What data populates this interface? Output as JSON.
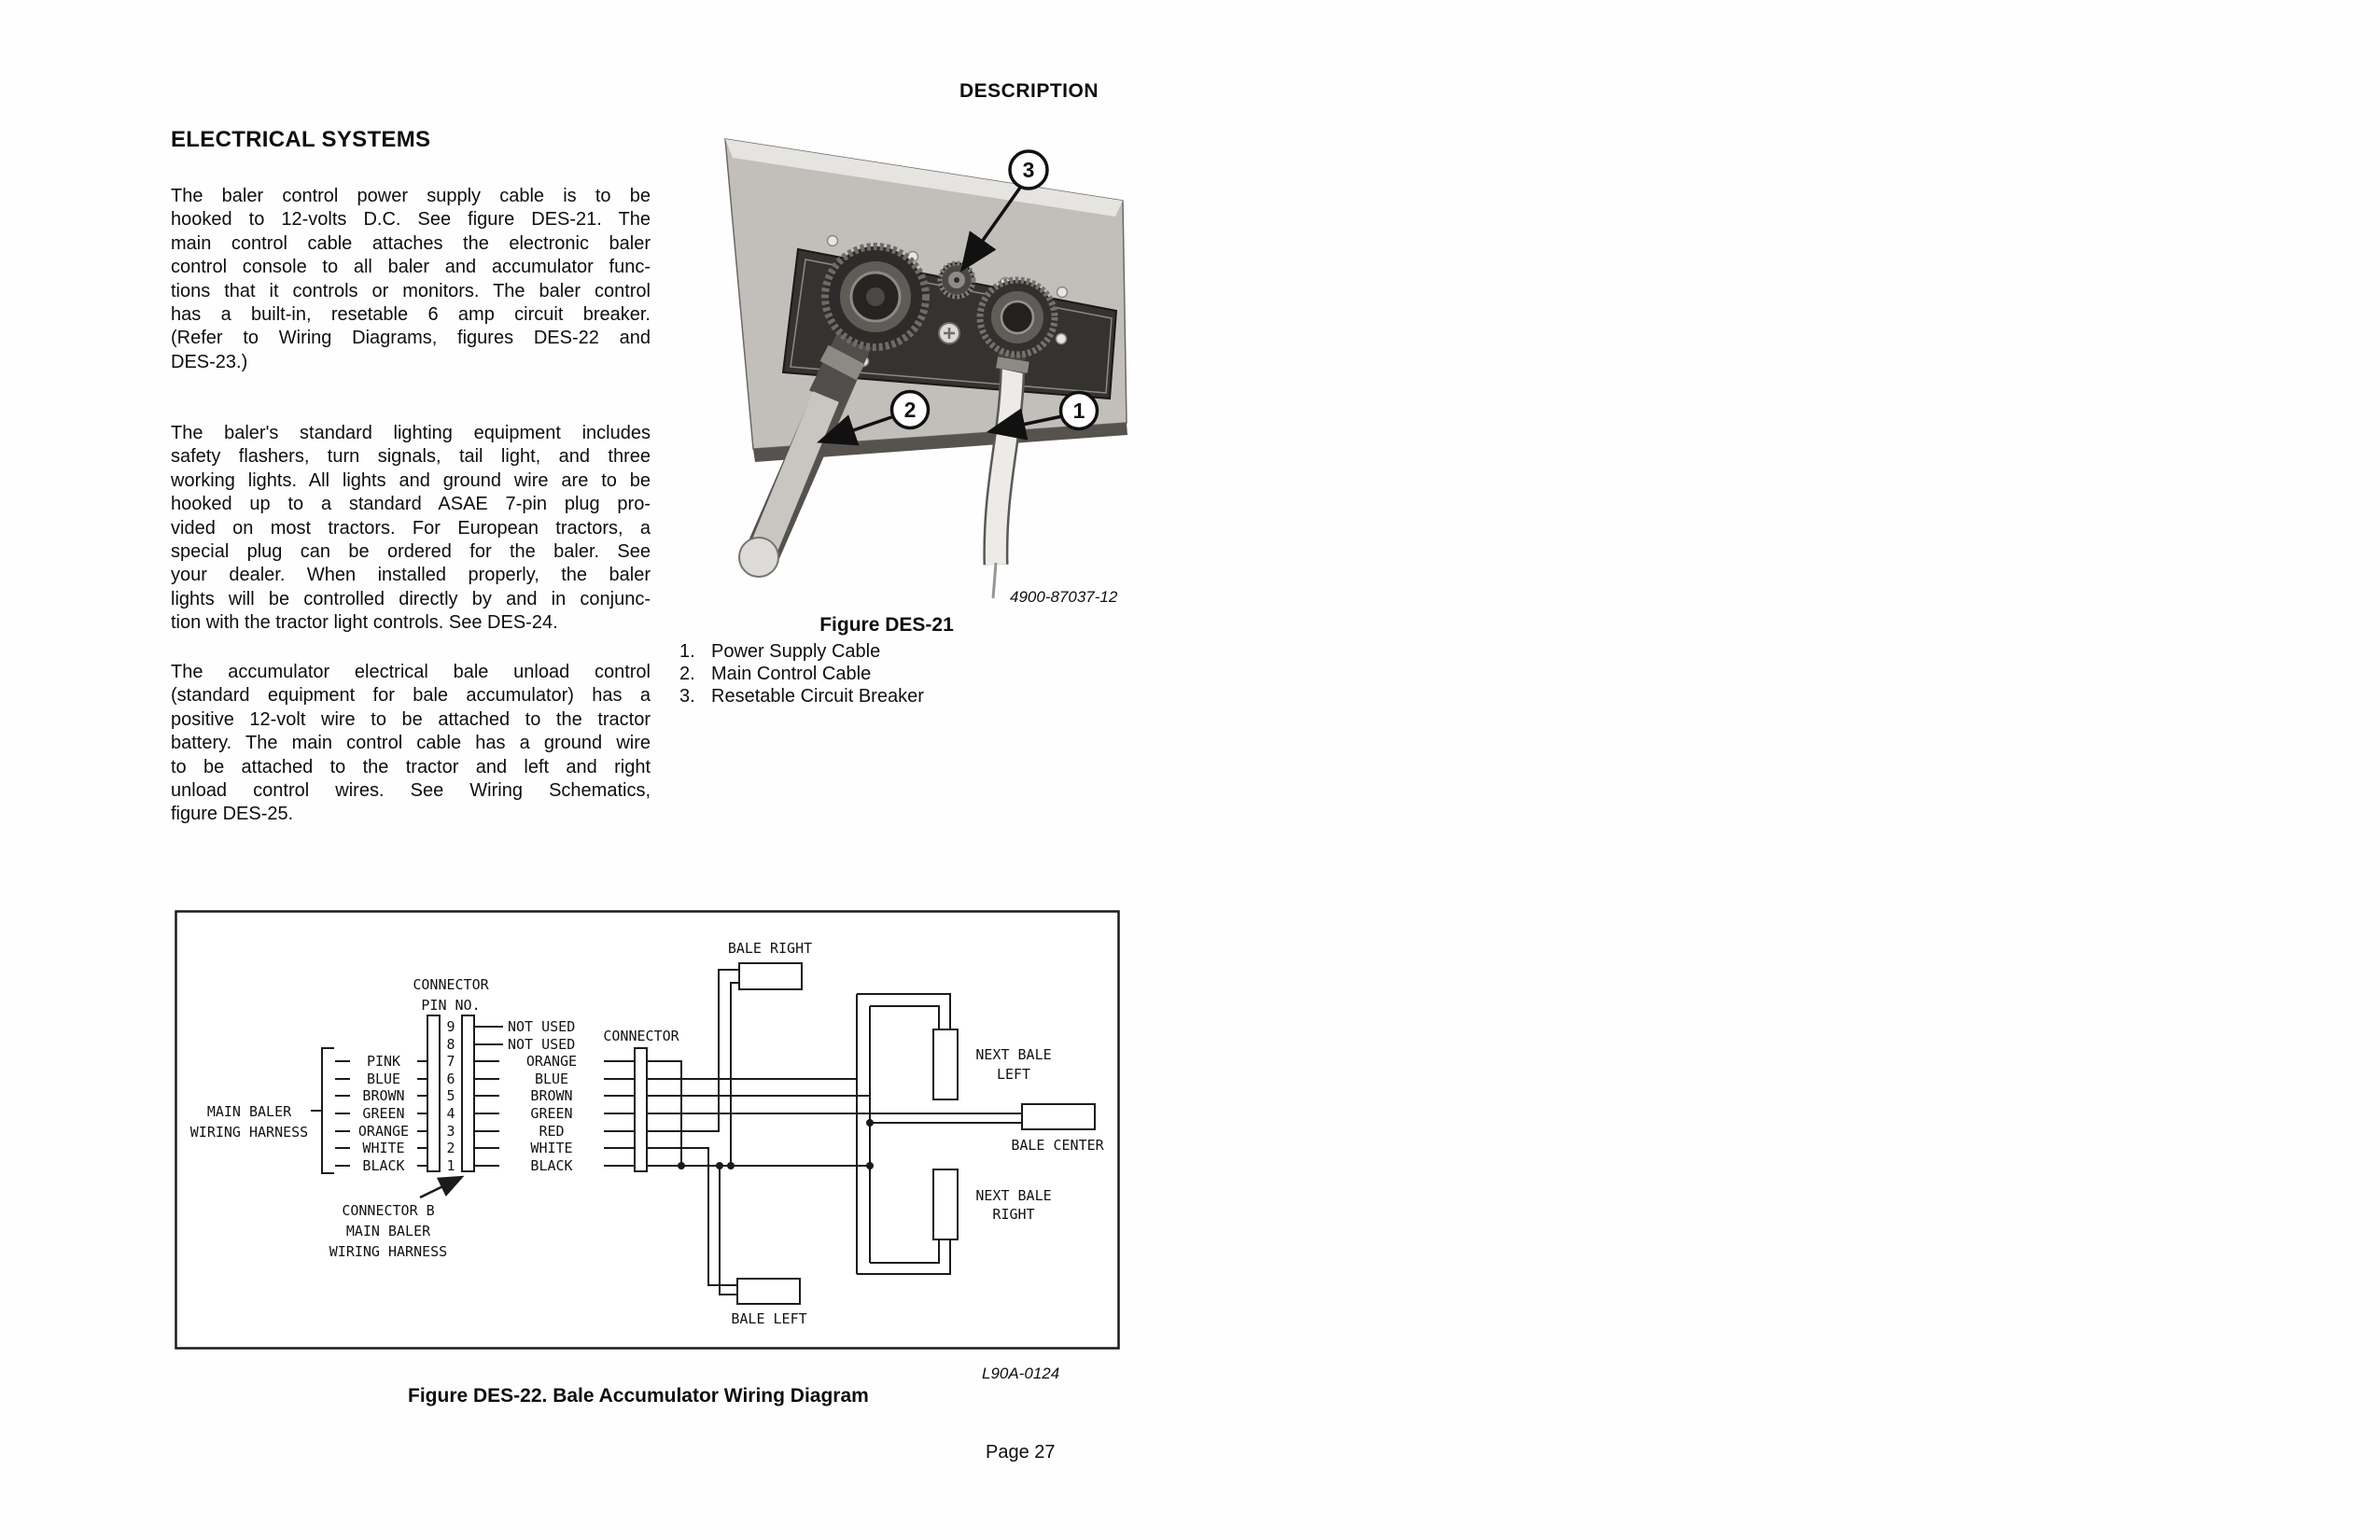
{
  "page": {
    "section_header": "DESCRIPTION",
    "page_number": "Page 27"
  },
  "article": {
    "heading": "ELECTRICAL SYSTEMS",
    "paragraphs": [
      {
        "lines": [
          "The baler control power supply cable is to be",
          "hooked to 12-volts D.C. See figure DES-21. The",
          "main control cable attaches the electronic baler",
          "control console to all baler and accumulator func-",
          "tions that it controls or monitors. The baler control",
          "has a built-in, resetable 6 amp circuit breaker.",
          "(Refer to Wiring Diagrams, figures DES-22 and",
          "DES-23.)"
        ]
      },
      {
        "lines": [
          "The baler's standard lighting equipment includes",
          "safety flashers, turn signals, tail light, and three",
          "working lights. All lights and ground wire are to be",
          "hooked up to a standard ASAE 7-pin plug pro-",
          "vided on most tractors. For European tractors, a",
          "special plug can be ordered for the baler. See",
          "your dealer. When installed properly, the baler",
          "lights will be controlled directly by and in conjunc-",
          "tion with the tractor light controls. See DES-24."
        ]
      },
      {
        "lines": [
          "The accumulator electrical bale unload control",
          "(standard equipment for bale accumulator) has a",
          "positive 12-volt wire to be attached to the tractor",
          "battery. The main control cable has a ground wire",
          "to be attached to the tractor and left and right",
          "unload control wires. See Wiring Schematics,",
          "figure DES-25."
        ]
      }
    ]
  },
  "figure_des21": {
    "photo_code": "4900-87037-12",
    "caption": "Figure DES-21",
    "callouts": {
      "c1": "1",
      "c2": "2",
      "c3": "3"
    },
    "legend": [
      {
        "num": "1.",
        "label": "Power Supply Cable"
      },
      {
        "num": "2.",
        "label": "Main Control Cable"
      },
      {
        "num": "3.",
        "label": "Resetable Circuit Breaker"
      }
    ]
  },
  "figure_des22": {
    "caption": "Figure DES-22.  Bale Accumulator Wiring Diagram",
    "photo_code": "L90A-0124",
    "diagram": {
      "connector_pin_heading": [
        "CONNECTOR",
        "PIN NO."
      ],
      "main_harness_label": [
        "MAIN BALER",
        "WIRING HARNESS"
      ],
      "connector_b_label": [
        "CONNECTOR B",
        "MAIN BALER",
        "WIRING HARNESS"
      ],
      "connector_label": "CONNECTOR",
      "rows": [
        {
          "pin": "9",
          "left": "",
          "right": "NOT USED"
        },
        {
          "pin": "8",
          "left": "",
          "right": "NOT USED"
        },
        {
          "pin": "7",
          "left": "PINK",
          "right": "ORANGE"
        },
        {
          "pin": "6",
          "left": "BLUE",
          "right": "BLUE"
        },
        {
          "pin": "5",
          "left": "BROWN",
          "right": "BROWN"
        },
        {
          "pin": "4",
          "left": "GREEN",
          "right": "GREEN"
        },
        {
          "pin": "3",
          "left": "ORANGE",
          "right": "RED"
        },
        {
          "pin": "2",
          "left": "WHITE",
          "right": "WHITE"
        },
        {
          "pin": "1",
          "left": "BLACK",
          "right": "BLACK"
        }
      ],
      "boxes": {
        "bale_right": "BALE RIGHT",
        "bale_left": "BALE LEFT",
        "bale_center": "BALE CENTER",
        "next_bale_left": [
          "NEXT BALE",
          "LEFT"
        ],
        "next_bale_right": [
          "NEXT BALE",
          "RIGHT"
        ]
      }
    }
  }
}
